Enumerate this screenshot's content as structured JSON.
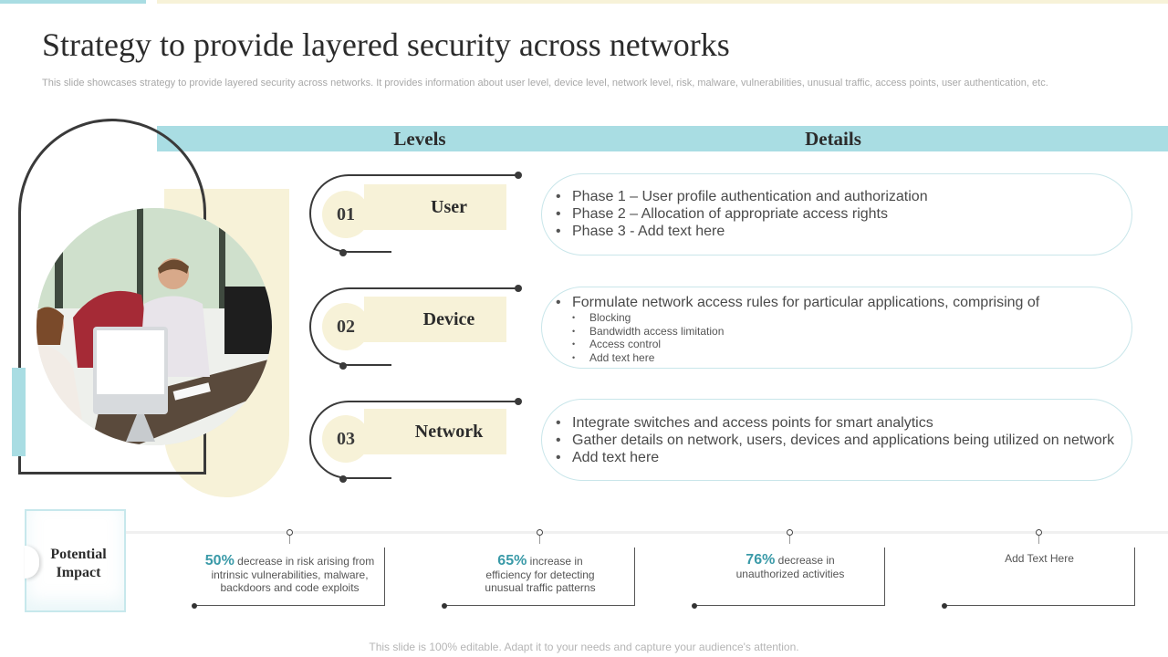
{
  "slide": {
    "title": "Strategy to provide layered security across networks",
    "subtitle": "This slide showcases strategy to provide layered security across networks. It provides information about user level, device level, network level, risk, malware, vulnerabilities, unusual traffic, access points, user authentication, etc.",
    "footer": "This slide is 100% editable. Adapt it to your needs and capture your audience's attention."
  },
  "table_header": {
    "levels": "Levels",
    "details": "Details"
  },
  "levels": [
    {
      "number": "01",
      "label": "User",
      "bullets": [
        "Phase 1 – User profile authentication  and authorization",
        "Phase 2 – Allocation of appropriate access rights",
        "Phase 3 - Add text here"
      ]
    },
    {
      "number": "02",
      "label": "Device",
      "bullets": [
        "Formulate network access rules for particular applications, comprising of"
      ],
      "sub_bullets": [
        "Blocking",
        "Bandwidth access limitation",
        "Access control",
        "Add text here"
      ]
    },
    {
      "number": "03",
      "label": "Network",
      "bullets": [
        "Integrate switches and access points for smart analytics",
        "Gather details on network, users, devices and applications being utilized on network",
        "Add text here"
      ]
    }
  ],
  "impact": {
    "label": "Potential Impact",
    "items": [
      {
        "percent": "50%",
        "text_line1": " decrease in risk arising from",
        "text_rest": "intrinsic vulnerabilities, malware, backdoors and code exploits"
      },
      {
        "percent": "65%",
        "text_line1": " increase in",
        "text_rest": "efficiency for detecting unusual traffic patterns"
      },
      {
        "percent": "76%",
        "text_line1": " decrease in",
        "text_rest": "unauthorized activities"
      },
      {
        "percent": "",
        "text_line1": "Add Text Here",
        "text_rest": ""
      }
    ]
  },
  "colors": {
    "teal": "#a9dde3",
    "cream": "#f7f2d8",
    "accent_text": "#3a9aa8",
    "dark_line": "#3a3a3a"
  },
  "images": {
    "photo": "office-team-at-computers"
  }
}
